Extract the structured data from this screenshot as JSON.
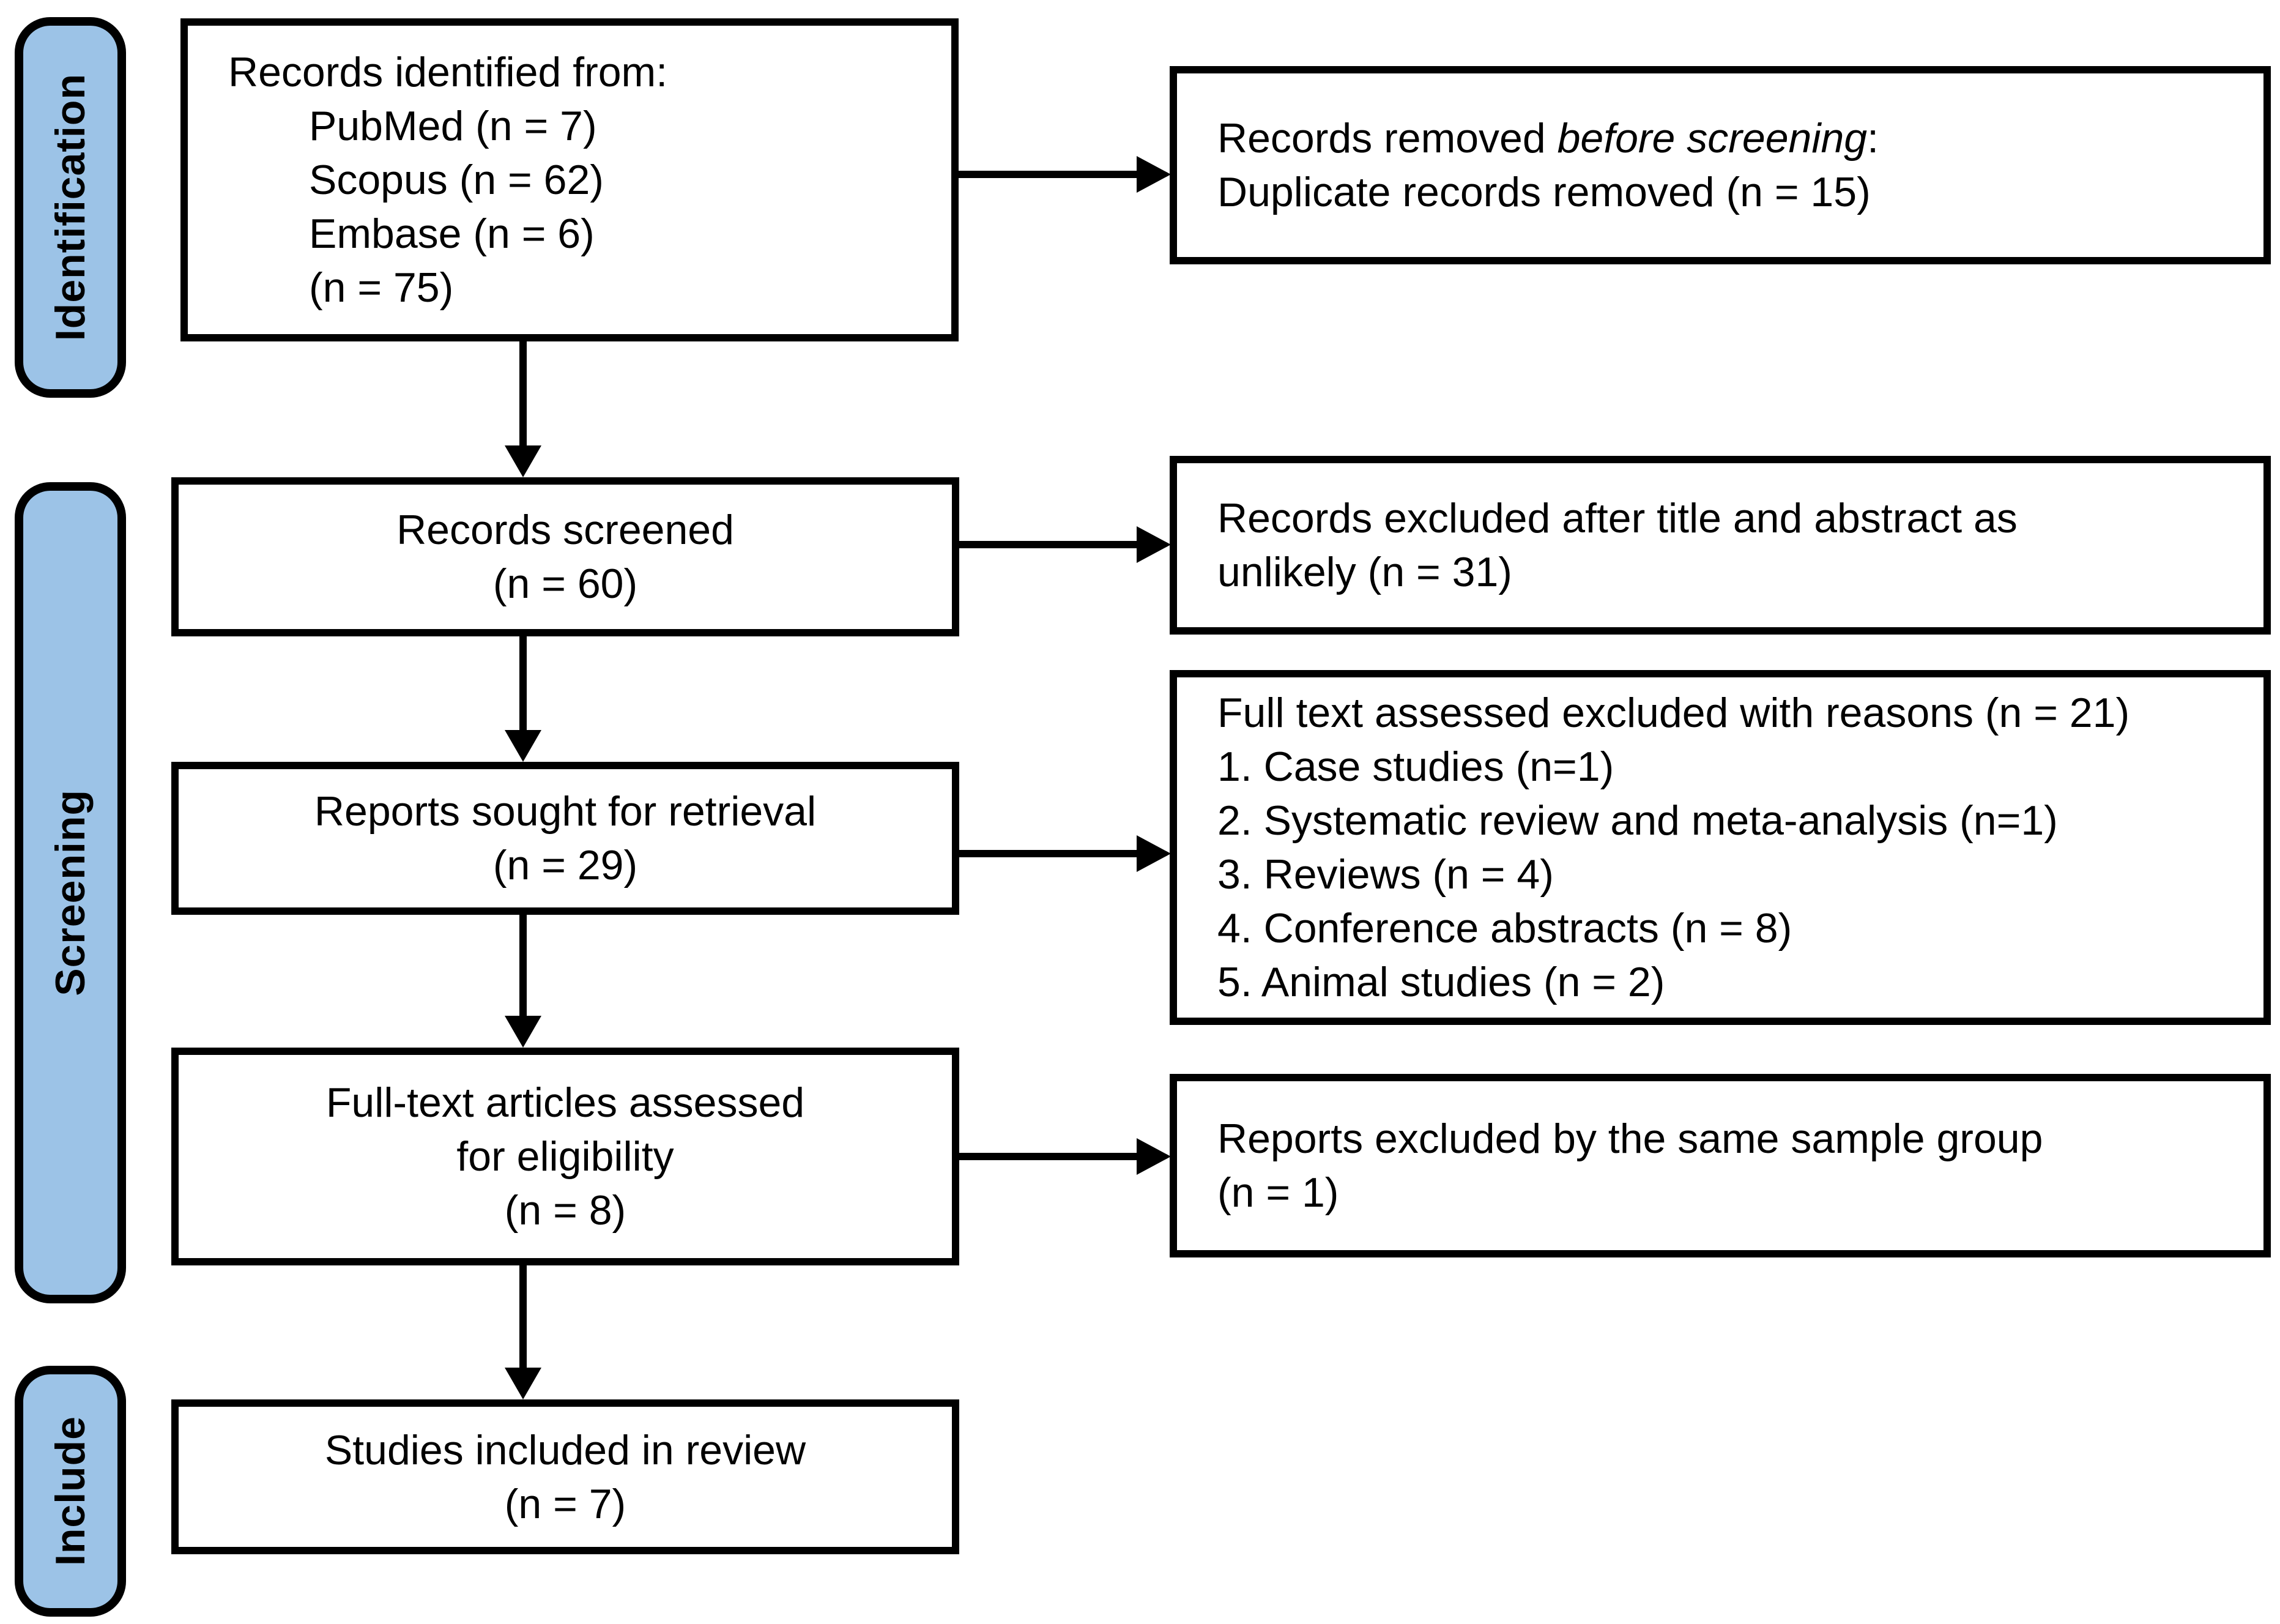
{
  "colors": {
    "background": "#FFFFFF",
    "sidebar_fill": "#9CC3E7",
    "border": "#000000",
    "text": "#000000"
  },
  "sidebar": {
    "labels": [
      "Identification",
      "Screening",
      "Include"
    ]
  },
  "flow_boxes": {
    "identified": {
      "lines": [
        "Records identified from:",
        "PubMed (n = 7)",
        "Scopus (n = 62)",
        "Embase (n = 6)",
        "(n = 75)"
      ]
    },
    "screened": {
      "lines": [
        "Records screened",
        "(n = 60)"
      ]
    },
    "sought": {
      "lines": [
        "Reports sought for retrieval",
        "(n = 29)"
      ]
    },
    "eligibility": {
      "lines": [
        "Full-text articles assessed",
        "for eligibility",
        "(n = 8)"
      ]
    },
    "included": {
      "lines": [
        "Studies included in review",
        "(n = 7)"
      ]
    }
  },
  "side_boxes": {
    "removed": {
      "line1_parts": [
        "Records removed ",
        "before screening",
        ":"
      ],
      "line2": "Duplicate records removed (n = 15)"
    },
    "excluded": {
      "lines": [
        "Records excluded after title and abstract as",
        "unlikely (n = 31)"
      ]
    },
    "reasons": {
      "lines": [
        "Full text assessed excluded with reasons (n = 21)",
        "1. Case studies (n=1)",
        "2. Systematic review and meta-analysis (n=1)",
        "3. Reviews (n = 4)",
        "4. Conference abstracts (n = 8)",
        "5. Animal studies (n = 2)"
      ]
    },
    "same_group": {
      "lines": [
        "Reports excluded by the same sample group",
        "(n = 1)"
      ]
    }
  }
}
